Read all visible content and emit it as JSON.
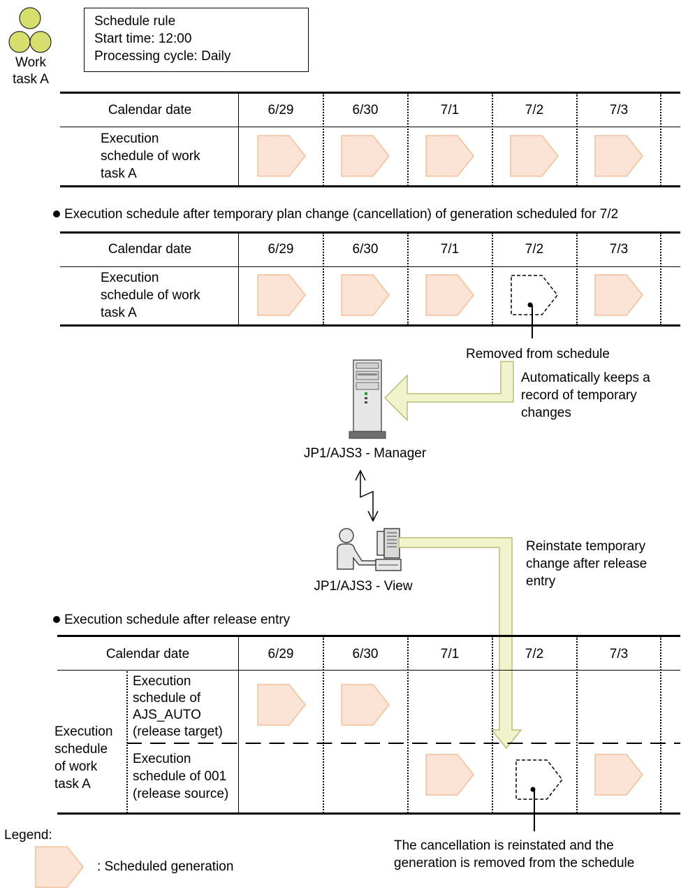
{
  "work_task_icon": {
    "name_line1": "Work",
    "name_line2": "task A",
    "color": "#d6df6e"
  },
  "schedule_rule": {
    "title": "Schedule rule",
    "start_time": "Start time: 12:00",
    "cycle": "Processing cycle: Daily"
  },
  "dates": [
    "6/29",
    "6/30",
    "7/1",
    "7/2",
    "7/3"
  ],
  "table1": {
    "header_label": "Calendar date",
    "row_label": [
      "Execution",
      "schedule of work",
      "task A"
    ]
  },
  "section2_title": "Execution schedule after temporary plan change (cancellation) of generation scheduled for 7/2",
  "table2": {
    "header_label": "Calendar date",
    "row_label": [
      "Execution",
      "schedule of work",
      "task A"
    ],
    "removed_note": "Removed from schedule"
  },
  "manager": {
    "label": "JP1/AJS3 - Manager",
    "note": [
      "Automatically keeps a",
      "record of temporary",
      "changes"
    ]
  },
  "view": {
    "label": "JP1/AJS3 - View",
    "note": [
      "Reinstate temporary",
      "change after release",
      "entry"
    ]
  },
  "section3_title": "Execution schedule after release entry",
  "table3": {
    "header_label": "Calendar date",
    "group_label": [
      "Execution",
      "schedule",
      "of work",
      "task A"
    ],
    "sub1_label": [
      "Execution",
      "schedule of",
      "AJS_AUTO",
      "(release target)"
    ],
    "sub2_label": [
      "Execution",
      "schedule of 001",
      "(release source)"
    ]
  },
  "bottom_note": [
    "The cancellation is reinstated and the",
    "generation is removed from the schedule"
  ],
  "legend": {
    "title": "Legend:",
    "scheduled_generation": ": Scheduled generation"
  },
  "colors": {
    "generation_fill": "#fbe4d5",
    "generation_stroke": "#f2bf9a",
    "arrow_fill": "#f1f3cc",
    "arrow_stroke": "#b8bc7a"
  }
}
